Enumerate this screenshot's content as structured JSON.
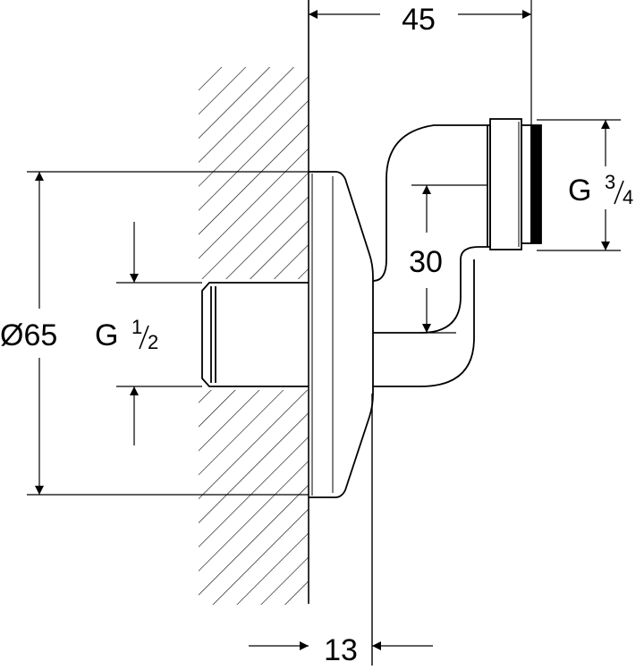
{
  "dimensions": {
    "width_top": "45",
    "width_bottom": "13",
    "offset": "30",
    "diameter_label": "Ø65",
    "inlet_thread": {
      "prefix": "G",
      "numerator": "1",
      "denominator": "2"
    },
    "outlet_thread": {
      "prefix": "G",
      "numerator": "3",
      "denominator": "4"
    }
  }
}
